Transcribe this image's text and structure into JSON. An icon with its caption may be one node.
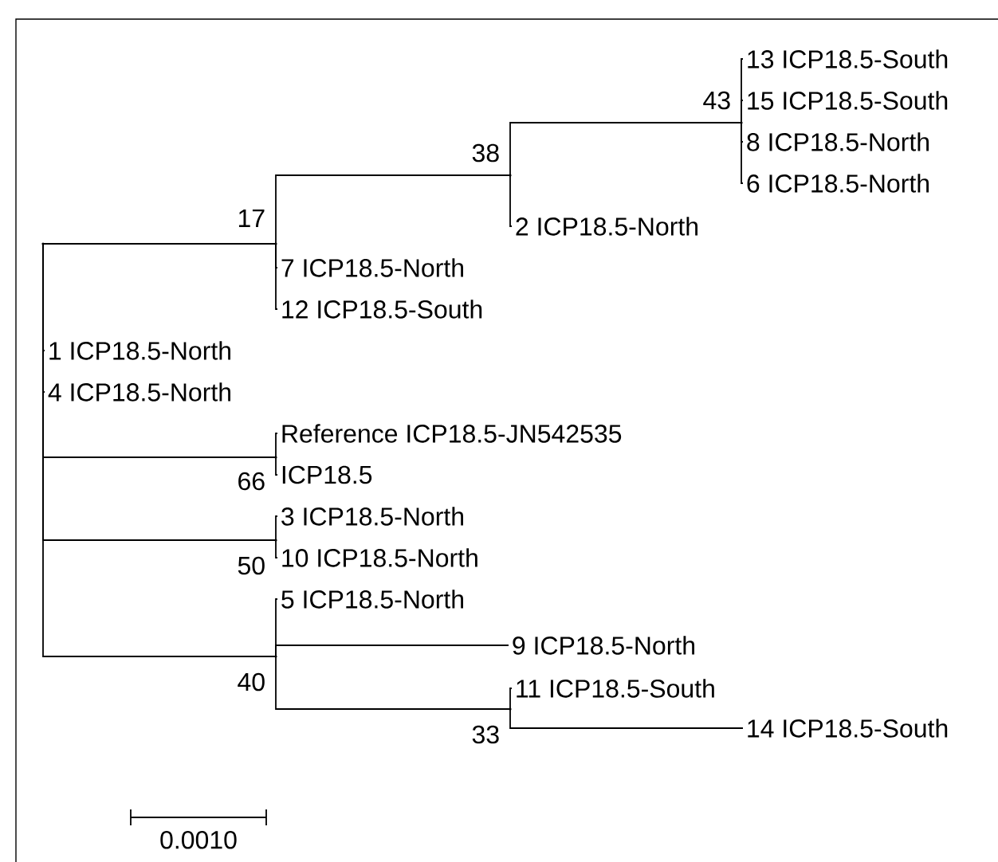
{
  "diagram": {
    "nodes": [
      {
        "text": [],
        "shape": "point"
      },
      {
        "text": [],
        "shape": "point",
        "beside": [
          "17"
        ]
      },
      {
        "text": [],
        "shape": "point",
        "beside": [
          "38"
        ]
      },
      {
        "text": [],
        "shape": "point",
        "beside": [
          "43"
        ]
      },
      {
        "text": [
          "13 ICP18.5-South"
        ]
      },
      {
        "text": [
          "15 ICP18.5-South"
        ]
      },
      {
        "text": [
          "8 ICP18.5-North"
        ]
      },
      {
        "text": [
          "6 ICP18.5-North"
        ]
      },
      {
        "text": [
          "2 ICP18.5-North"
        ]
      },
      {
        "text": [
          "7 ICP18.5-North"
        ]
      },
      {
        "text": [
          "12 ICP18.5-South"
        ]
      },
      {
        "text": [
          "1 ICP18.5-North"
        ]
      },
      {
        "text": [
          "4 ICP18.5-North"
        ]
      },
      {
        "text": [],
        "shape": "point",
        "beside": [
          "66"
        ]
      },
      {
        "text": [
          "Reference ICP18.5-JN542535"
        ]
      },
      {
        "text": [
          "ICP18.5"
        ]
      },
      {
        "text": [],
        "shape": "point",
        "beside": [
          "50"
        ]
      },
      {
        "text": [
          "3 ICP18.5-North"
        ]
      },
      {
        "text": [
          "10 ICP18.5-North"
        ]
      },
      {
        "text": [],
        "shape": "point",
        "beside": [
          "40"
        ]
      },
      {
        "text": [
          "5 ICP18.5-North"
        ]
      },
      {
        "text": [
          "9 ICP18.5-North"
        ]
      },
      {
        "text": [],
        "shape": "point",
        "beside": [
          "33"
        ]
      },
      {
        "text": [
          "11 ICP18.5-South"
        ]
      },
      {
        "text": [
          "14 ICP18.5-South"
        ]
      }
    ],
    "edges": [
      {
        "from": 0,
        "to": 1,
        "arrow": "none"
      },
      {
        "from": 1,
        "to": 2,
        "arrow": "none"
      },
      {
        "from": 2,
        "to": 3,
        "arrow": "none"
      },
      {
        "from": 3,
        "to": 4,
        "arrow": "none"
      },
      {
        "from": 3,
        "to": 5,
        "arrow": "none"
      },
      {
        "from": 3,
        "to": 6,
        "arrow": "none"
      },
      {
        "from": 3,
        "to": 7,
        "arrow": "none"
      },
      {
        "from": 2,
        "to": 8,
        "arrow": "none"
      },
      {
        "from": 1,
        "to": 9,
        "arrow": "none"
      },
      {
        "from": 1,
        "to": 10,
        "arrow": "none"
      },
      {
        "from": 0,
        "to": 11,
        "arrow": "none"
      },
      {
        "from": 0,
        "to": 12,
        "arrow": "none"
      },
      {
        "from": 0,
        "to": 13,
        "arrow": "none"
      },
      {
        "from": 13,
        "to": 14,
        "arrow": "none"
      },
      {
        "from": 13,
        "to": 15,
        "arrow": "none"
      },
      {
        "from": 0,
        "to": 16,
        "arrow": "none"
      },
      {
        "from": 16,
        "to": 17,
        "arrow": "none"
      },
      {
        "from": 16,
        "to": 18,
        "arrow": "none"
      },
      {
        "from": 0,
        "to": 19,
        "arrow": "none"
      },
      {
        "from": 19,
        "to": 20,
        "arrow": "none"
      },
      {
        "from": 19,
        "to": 21,
        "arrow": "none"
      },
      {
        "from": 19,
        "to": 22,
        "arrow": "none"
      },
      {
        "from": 22,
        "to": 23,
        "arrow": "none"
      },
      {
        "from": 22,
        "to": 24,
        "arrow": "none"
      }
    ],
    "labels": [
      "0.0010"
    ]
  }
}
